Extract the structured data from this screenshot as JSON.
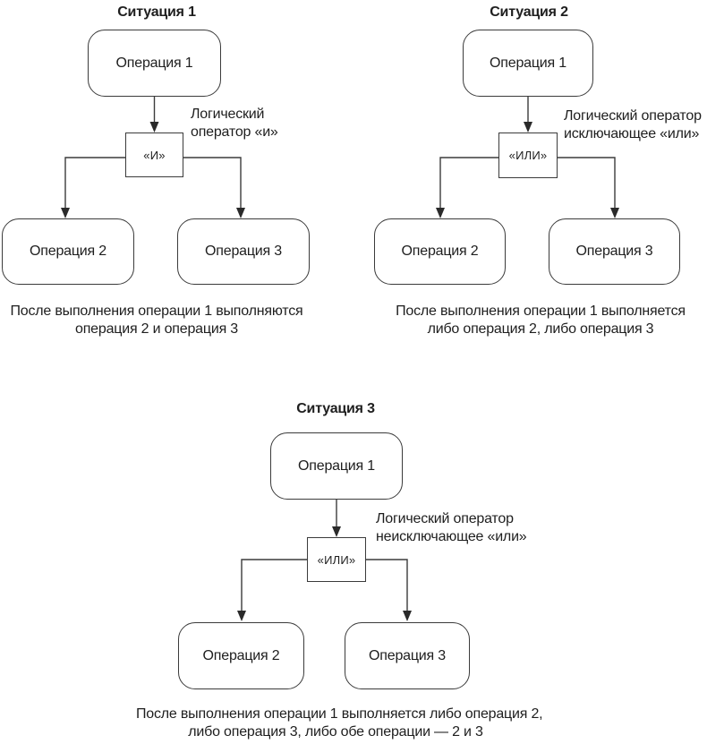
{
  "page": {
    "background_color": "#ffffff",
    "text_color": "#1e1e1e",
    "line_color": "#3b3b3b"
  },
  "situations": [
    {
      "title": "Ситуация 1",
      "operation1": "Операция 1",
      "operator": "«И»",
      "operator_label": [
        "Логический",
        "оператор «и»"
      ],
      "operation2": "Операция 2",
      "operation3": "Операция 3",
      "caption": [
        "После выполнения операции 1 выполняются",
        "операция 2 и операция 3"
      ]
    },
    {
      "title": "Ситуация 2",
      "operation1": "Операция 1",
      "operator": "«ИЛИ»",
      "operator_label": [
        "Логический оператор",
        "исключающее «или»"
      ],
      "operation2": "Операция 2",
      "operation3": "Операция 3",
      "caption": [
        "После выполнения операции 1 выполняется",
        "либо операция 2, либо операция 3"
      ]
    },
    {
      "title": "Ситуация 3",
      "operation1": "Операция 1",
      "operator": "«ИЛИ»",
      "operator_label": [
        "Логический оператор",
        "неисключающее «или»"
      ],
      "operation2": "Операция 2",
      "operation3": "Операция 3",
      "caption": [
        "После выполнения операции 1 выполняется либо операция 2,",
        "либо операция 3, либо обе операции — 2 и 3"
      ]
    }
  ]
}
